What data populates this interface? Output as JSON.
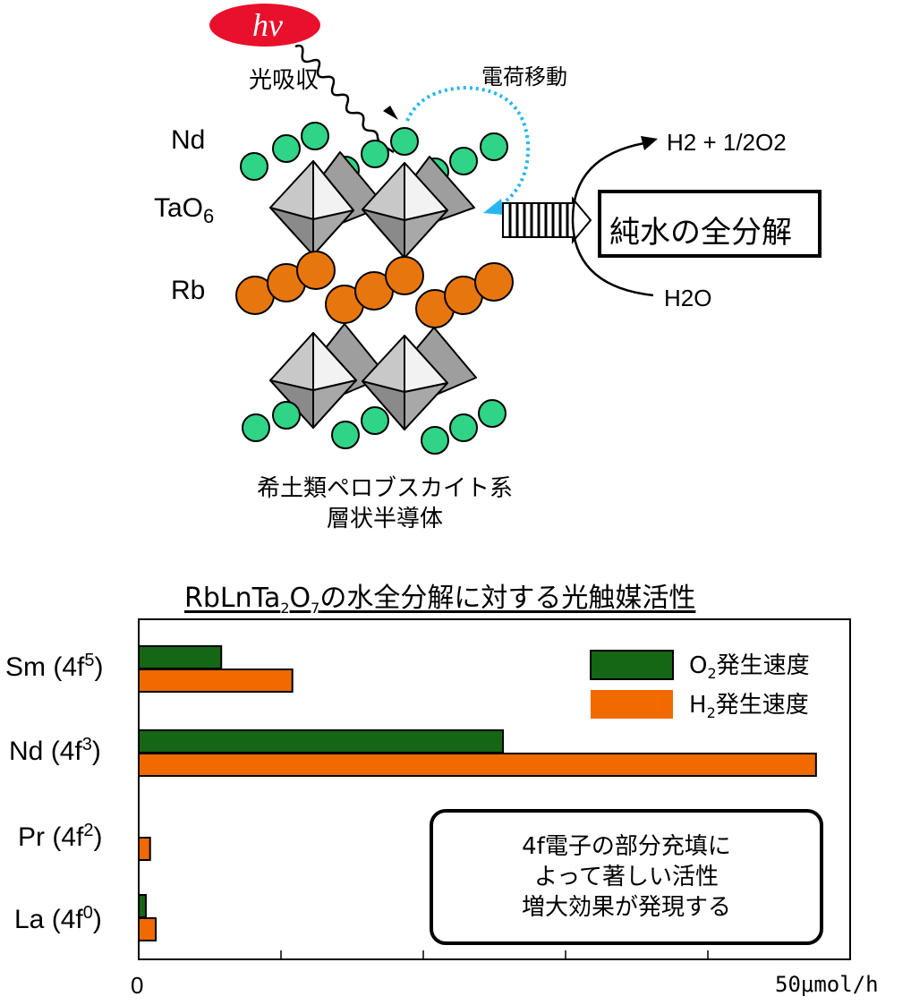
{
  "diagram": {
    "photon_label": "hν",
    "light_absorption": "光吸収",
    "charge_transfer": "電荷移動",
    "layer_labels": {
      "nd": "Nd",
      "tao6_main": "TaO",
      "tao6_sub": "6",
      "rb": "Rb"
    },
    "product_label": "H2 + 1/2O2",
    "reactant_label": "H2O",
    "reaction_box": "純水の全分解",
    "caption_line1": "希土類ペロブスカイト系",
    "caption_line2": "層状半導体",
    "colors": {
      "photon": "#e8102a",
      "nd_atom": "#2fd487",
      "rb_atom": "#e8760e",
      "octahedron": "#b8b8b8",
      "arrow_charge": "#29b6f0"
    }
  },
  "chart_title": {
    "prefix": "RbLnTa",
    "sub1": "2",
    "mid": "O",
    "sub2": "7",
    "suffix": "の水全分解に対する光触媒活性"
  },
  "chart_data": {
    "type": "bar",
    "orientation": "horizontal",
    "categories": [
      {
        "name": "Sm",
        "config": "(4f",
        "exp": "5",
        "close": ")"
      },
      {
        "name": "Nd",
        "config": "(4f",
        "exp": "3",
        "close": ")"
      },
      {
        "name": "Pr",
        "config": "(4f",
        "exp": "2",
        "close": ")"
      },
      {
        "name": "La",
        "config": "(4f",
        "exp": "0",
        "close": ")"
      }
    ],
    "series": [
      {
        "name_main": "O",
        "name_sub": "2",
        "name_rest": "発生速度",
        "color": "#156615",
        "values": [
          5.8,
          25.6,
          0,
          0.5
        ]
      },
      {
        "name_main": "H",
        "name_sub": "2",
        "name_rest": "発生速度",
        "color": "#f06a00",
        "values": [
          10.8,
          47.6,
          0.8,
          1.2
        ]
      }
    ],
    "xlim": [
      0,
      50
    ],
    "x_tick_start": "0",
    "x_tick_end": "50μmol/h",
    "legend_position": "top-right",
    "annotation": [
      "4f電子の部分充填に",
      "よって著しい活性",
      "増大効果が発現する"
    ]
  }
}
